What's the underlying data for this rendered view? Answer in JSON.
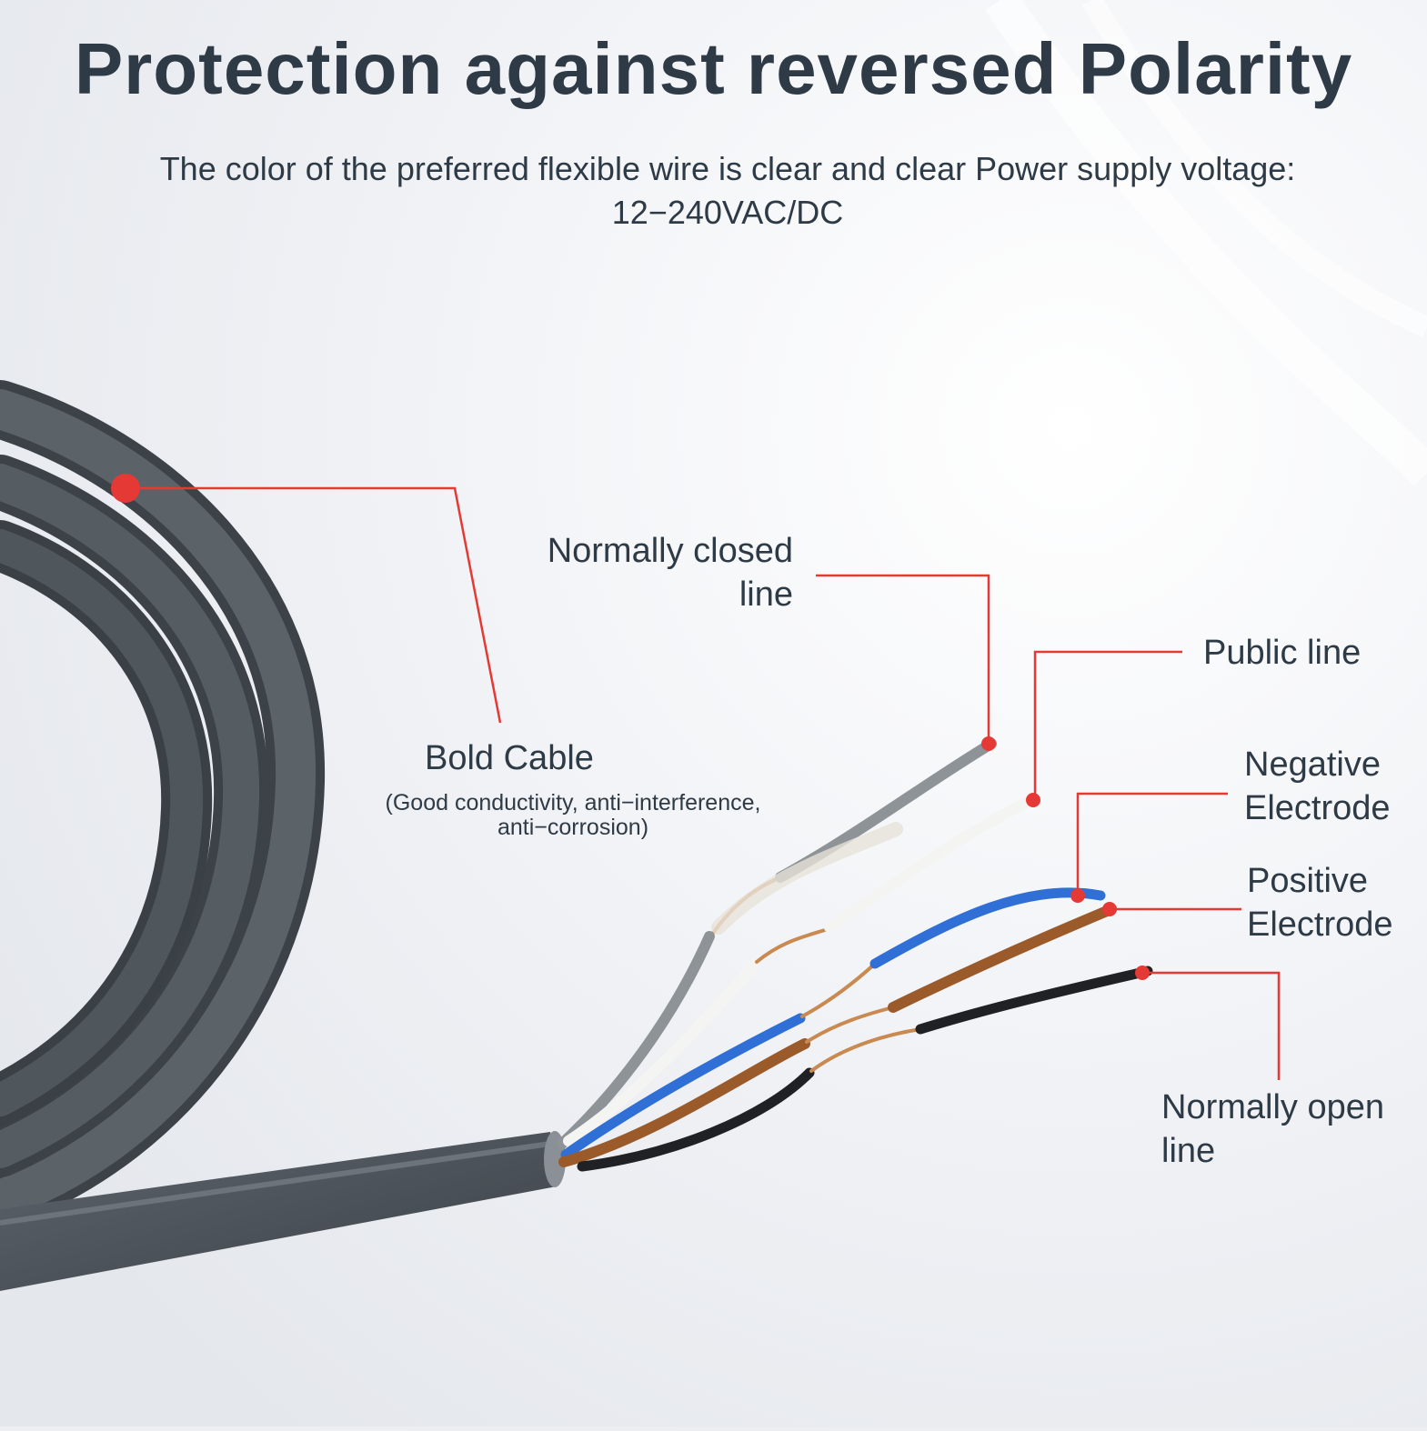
{
  "header": {
    "title": "Protection against reversed Polarity",
    "subtitle": "The color of the preferred flexible wire is clear and clear Power supply voltage: 12−240VAC/DC"
  },
  "labels": {
    "bold_cable": "Bold Cable",
    "bold_cable_note": "(Good conductivity, anti−interference, anti−corrosion)",
    "normally_closed": [
      "Normally closed",
      "line"
    ],
    "public_line": "Public line",
    "negative": [
      "Negative",
      "Electrode"
    ],
    "positive": [
      "Positive",
      "Electrode"
    ],
    "normally_open": [
      "Normally open",
      "line"
    ]
  },
  "colors": {
    "background": "#eceef2",
    "text": "#2e3a45",
    "callout": "#e53935",
    "cable_jacket": "#4b5157",
    "wire_gray": "#8e9398",
    "wire_white": "#f4f4f2",
    "wire_blue": "#2f6fd6",
    "wire_brown": "#9a5a2a",
    "wire_black": "#1f2124",
    "copper": "#c98a52"
  }
}
